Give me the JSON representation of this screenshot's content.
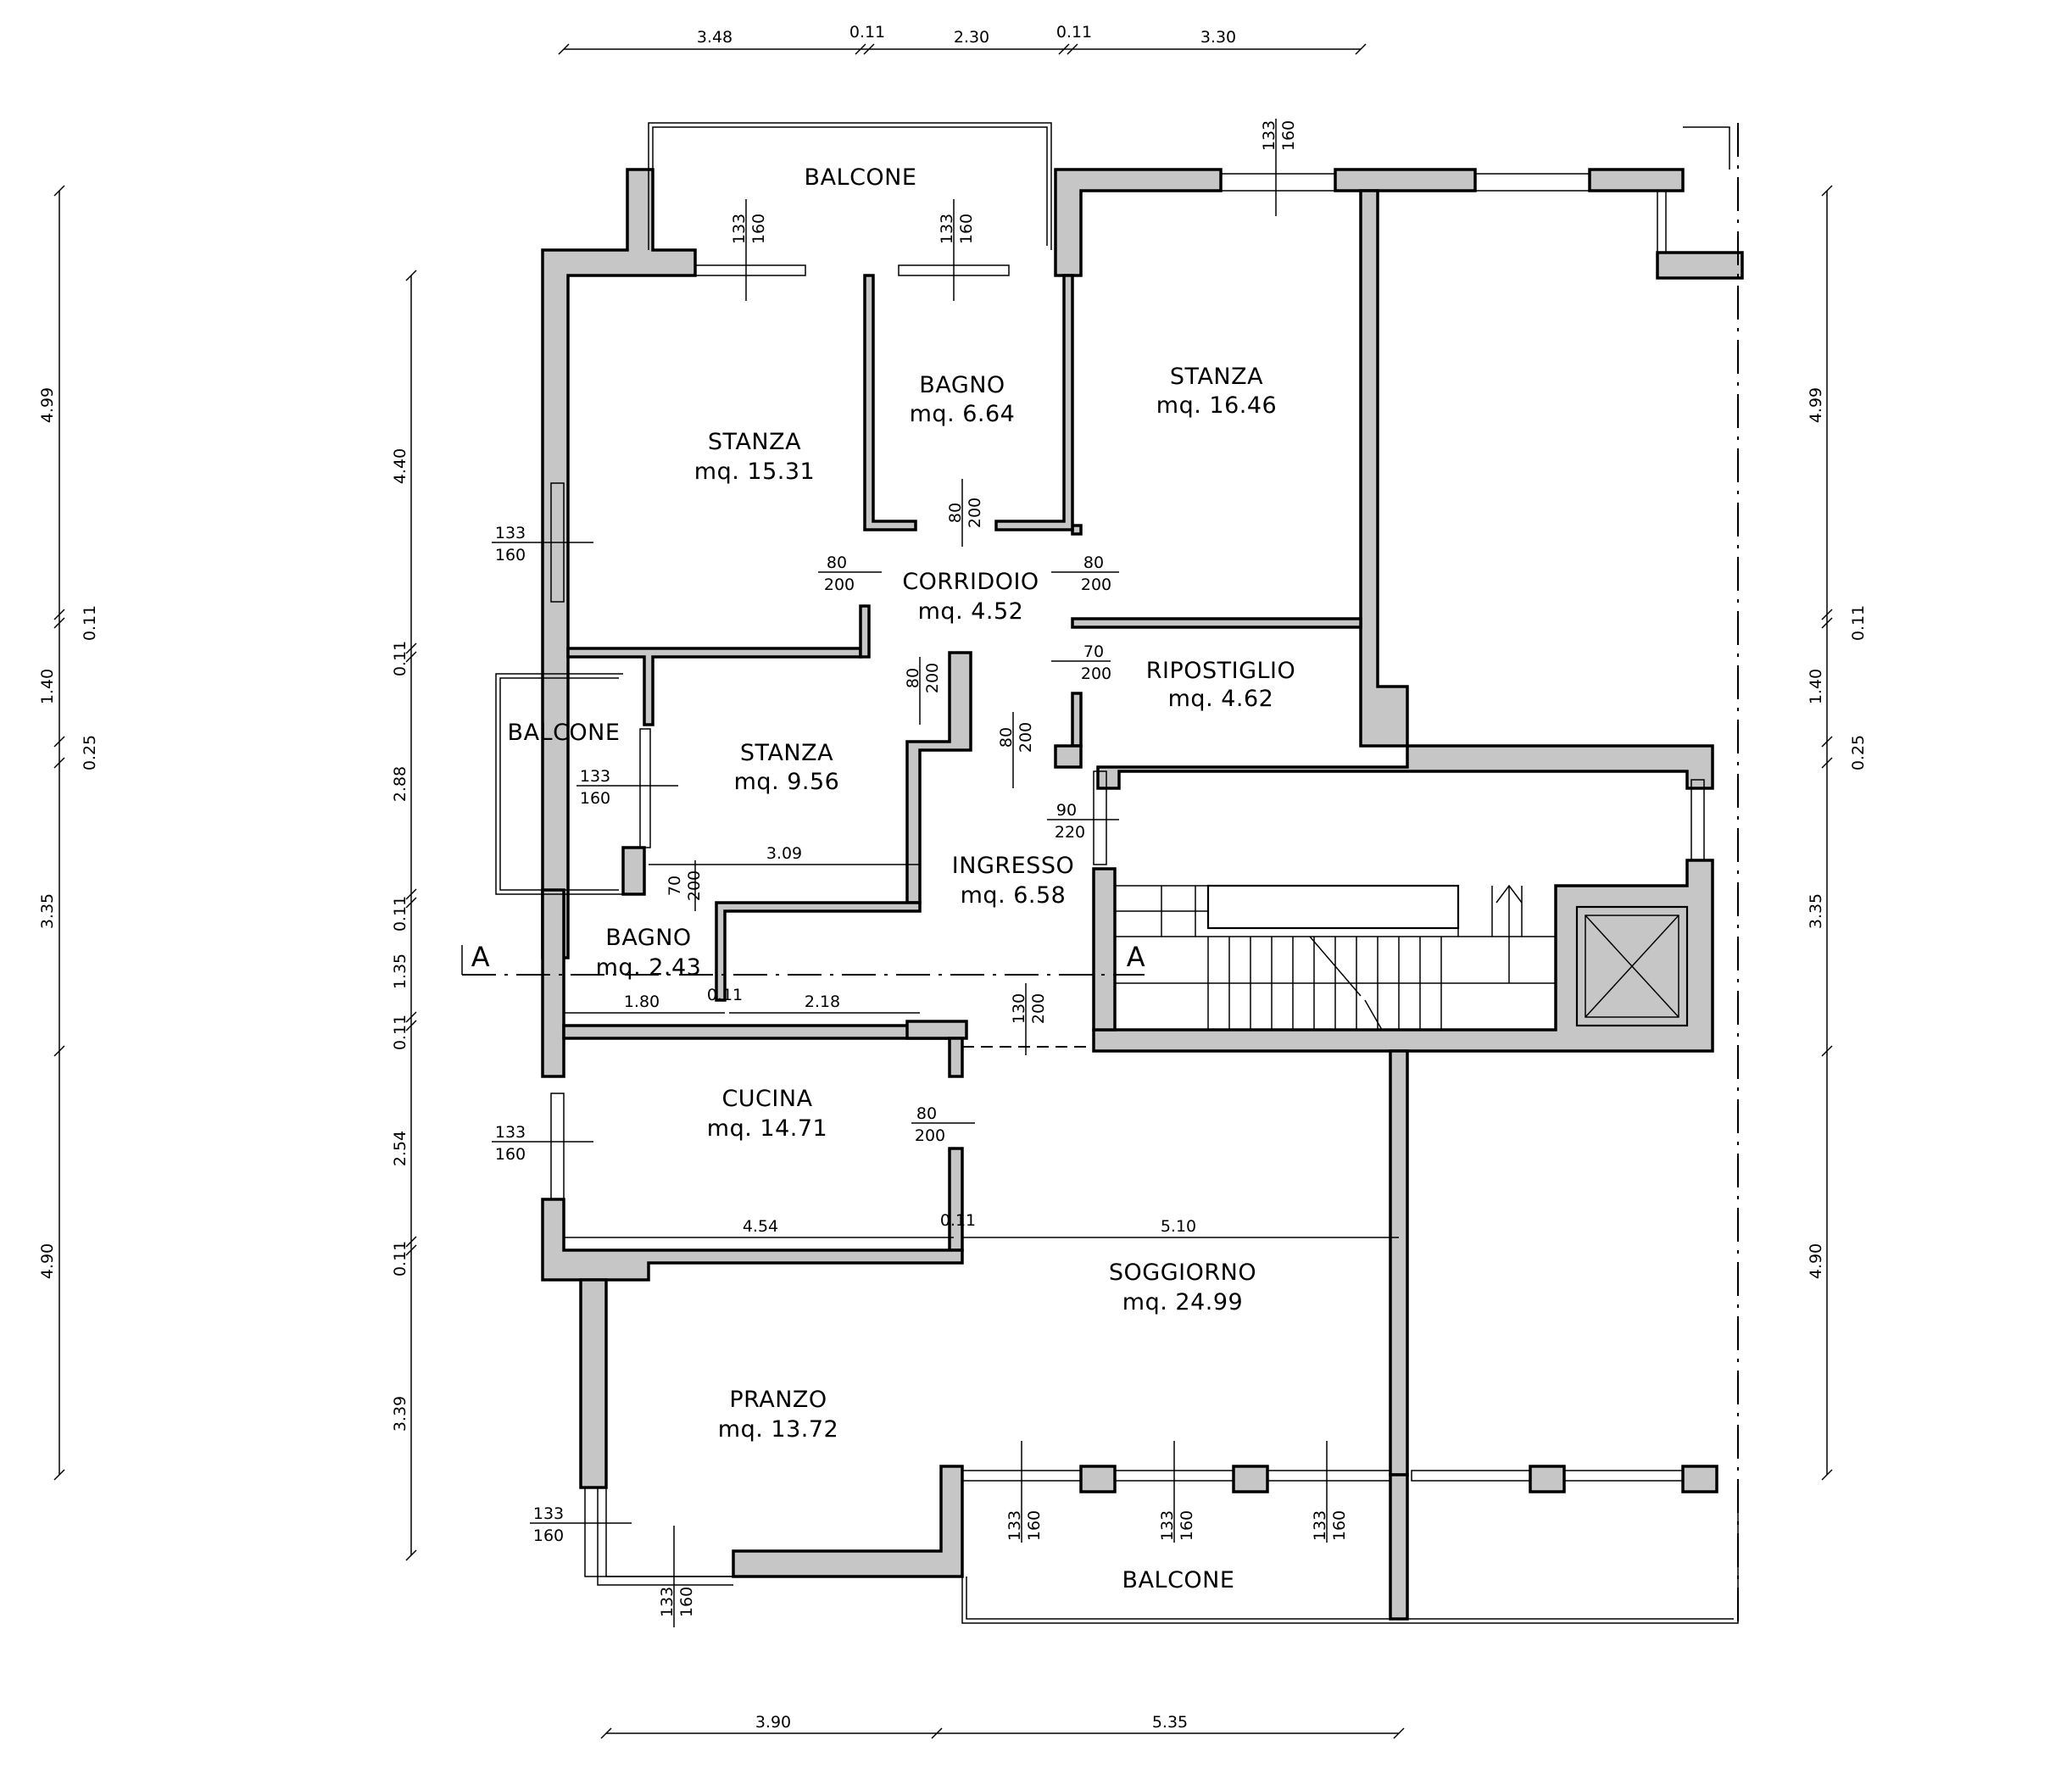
{
  "rooms": [
    {
      "id": "balcone-nord",
      "name": "BALCONE",
      "area": ""
    },
    {
      "id": "stanza-1",
      "name": "STANZA",
      "area": "mq. 15.31"
    },
    {
      "id": "bagno-1",
      "name": "BAGNO",
      "area": "mq. 6.64"
    },
    {
      "id": "stanza-2",
      "name": "STANZA",
      "area": "mq. 16.46"
    },
    {
      "id": "corridoio",
      "name": "CORRIDOIO",
      "area": "mq. 4.52"
    },
    {
      "id": "ripostiglio",
      "name": "RIPOSTIGLIO",
      "area": "mq. 4.62"
    },
    {
      "id": "balcone-ovest",
      "name": "BALCONE",
      "area": ""
    },
    {
      "id": "stanza-3",
      "name": "STANZA",
      "area": "mq. 9.56"
    },
    {
      "id": "ingresso",
      "name": "INGRESSO",
      "area": "mq. 6.58"
    },
    {
      "id": "bagno-2",
      "name": "BAGNO",
      "area": "mq. 2.43"
    },
    {
      "id": "cucina",
      "name": "CUCINA",
      "area": "mq. 14.71"
    },
    {
      "id": "soggiorno",
      "name": "SOGGIORNO",
      "area": "mq. 24.99"
    },
    {
      "id": "pranzo",
      "name": "PRANZO",
      "area": "mq. 13.72"
    },
    {
      "id": "balcone-sud",
      "name": "BALCONE",
      "area": ""
    }
  ],
  "dimensions": {
    "top": [
      "3.48",
      "0.11",
      "2.30",
      "0.11",
      "3.30"
    ],
    "bottom": [
      "3.90",
      "5.35"
    ],
    "left_outer": [
      "4.99",
      "0.11",
      "1.40",
      "0.25",
      "3.35",
      "4.90"
    ],
    "left_inner": [
      "4.40",
      "0.11",
      "2.88",
      "0.11",
      "1.35",
      "0.11",
      "2.54",
      "0.11",
      "3.39"
    ],
    "right_outer": [
      "4.99",
      "0.11",
      "1.40",
      "0.25",
      "3.35",
      "4.90"
    ],
    "interior": [
      "3.09",
      "1.80",
      "0.11",
      "2.18",
      "4.54",
      "0.11",
      "5.10"
    ]
  },
  "openings": [
    {
      "id": "w-top-1",
      "w": "133",
      "h": "160"
    },
    {
      "id": "w-top-2",
      "w": "133",
      "h": "160"
    },
    {
      "id": "w-top-3",
      "w": "133",
      "h": "160"
    },
    {
      "id": "w-left-1",
      "w": "133",
      "h": "160"
    },
    {
      "id": "w-left-2",
      "w": "133",
      "h": "160"
    },
    {
      "id": "w-left-3",
      "w": "133",
      "h": "160"
    },
    {
      "id": "w-left-4",
      "w": "133",
      "h": "160"
    },
    {
      "id": "w-bottom-1",
      "w": "133",
      "h": "160"
    },
    {
      "id": "w-bottom-2",
      "w": "133",
      "h": "160"
    },
    {
      "id": "w-bottom-3",
      "w": "133",
      "h": "160"
    },
    {
      "id": "w-bottom-4",
      "w": "133",
      "h": "160"
    },
    {
      "id": "d-bagno",
      "w": "80",
      "h": "200"
    },
    {
      "id": "d-stanza1",
      "w": "80",
      "h": "200"
    },
    {
      "id": "d-stanza2",
      "w": "80",
      "h": "200"
    },
    {
      "id": "d-rip",
      "w": "70",
      "h": "200"
    },
    {
      "id": "d-stanza3",
      "w": "80",
      "h": "200"
    },
    {
      "id": "d-ingresso",
      "w": "80",
      "h": "200"
    },
    {
      "id": "d-entrance",
      "w": "90",
      "h": "220"
    },
    {
      "id": "d-bagno2",
      "w": "70",
      "h": "200"
    },
    {
      "id": "d-main",
      "w": "130",
      "h": "200"
    },
    {
      "id": "d-cucina",
      "w": "80",
      "h": "200"
    }
  ],
  "section_marker": "A"
}
